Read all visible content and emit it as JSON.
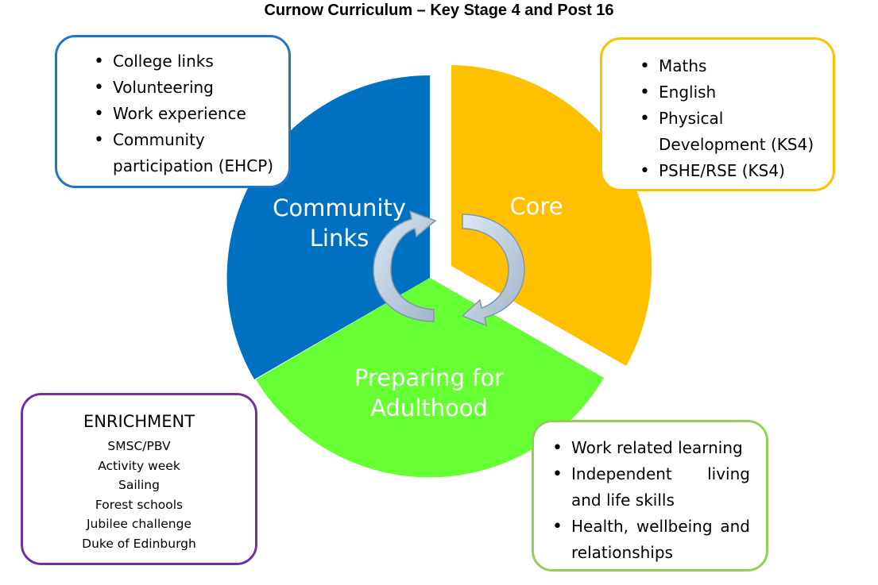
{
  "title": "Curnow Curriculum – Key Stage 4 and Post 16",
  "colors": {
    "community": "#0070c0",
    "core": "#ffc000",
    "adulthood": "#66ff33",
    "box_community": "#1f77c4",
    "box_core": "#ffc000",
    "box_enrichment": "#7030a0",
    "box_adulthood": "#92d050",
    "arrow": "#b7cde0"
  },
  "segments": {
    "community": [
      "Community",
      "Links"
    ],
    "core": [
      "Core"
    ],
    "adulthood": [
      "Preparing for",
      "Adulthood"
    ]
  },
  "boxes": {
    "community": [
      "College links",
      "Volunteering",
      "Work experience",
      "Community participation (EHCP)"
    ],
    "core": [
      "Maths",
      "English",
      "Physical Development (KS4)",
      "PSHE/RSE (KS4)"
    ],
    "enrichment": {
      "title": "ENRICHMENT",
      "items": [
        "SMSC/PBV",
        "Activity week",
        "Sailing",
        "Forest schools",
        "Jubilee challenge",
        "Duke of Edinburgh"
      ]
    },
    "adulthood": [
      "Work related learning",
      "Independent living and life skills",
      "Health, wellbeing and relationships"
    ]
  }
}
